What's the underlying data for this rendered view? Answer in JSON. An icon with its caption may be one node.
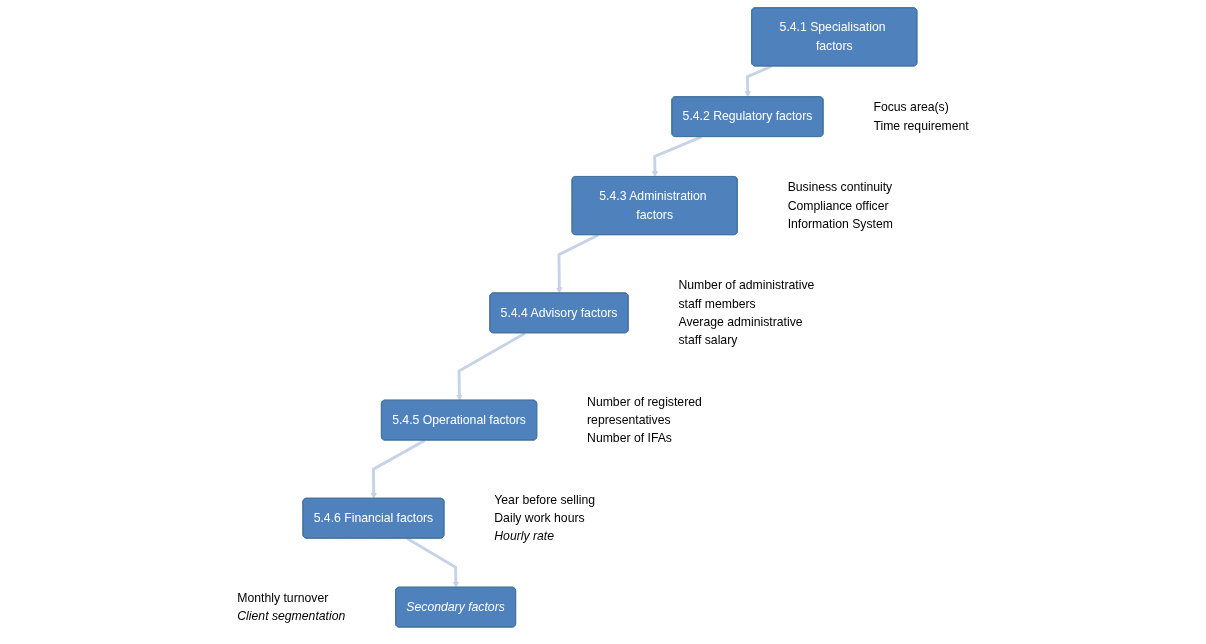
{
  "diagram": {
    "nodes": [
      {
        "text": [
          "5.4.1 Specialisation factors"
        ],
        "beside": [
          "Focus area(s)",
          "Time requirement"
        ]
      },
      {
        "text": [
          "5.4.2 Regulatory factors"
        ],
        "beside": [
          "Business continuity",
          "Compliance officer",
          "Information System"
        ]
      },
      {
        "text": [
          "5.4.3 Administration factors"
        ],
        "beside": [
          "Number of administrative staff members",
          "Average administrative staff salary"
        ]
      },
      {
        "text": [
          "5.4.4 Advisory factors"
        ],
        "beside": [
          "Number of registered representatives",
          "Number of IFAs"
        ]
      },
      {
        "text": [
          "5.4.5 Operational factors"
        ],
        "beside": [
          "Year before selling",
          "Daily work hours",
          "Hourly rate"
        ]
      },
      {
        "text": [
          "5.4.6 Financial factors"
        ],
        "beside": [
          "Monthly turnover",
          "Client segmentation"
        ]
      },
      {
        "text": [
          "Secondary factors"
        ]
      }
    ],
    "edges": [
      {
        "from": 0,
        "to": 1,
        "arrow": "to"
      },
      {
        "from": 1,
        "to": 2,
        "arrow": "to"
      },
      {
        "from": 2,
        "to": 3,
        "arrow": "to"
      },
      {
        "from": 3,
        "to": 4,
        "arrow": "to"
      },
      {
        "from": 4,
        "to": 5,
        "arrow": "to"
      },
      {
        "from": 5,
        "to": 6,
        "arrow": "to"
      }
    ]
  }
}
